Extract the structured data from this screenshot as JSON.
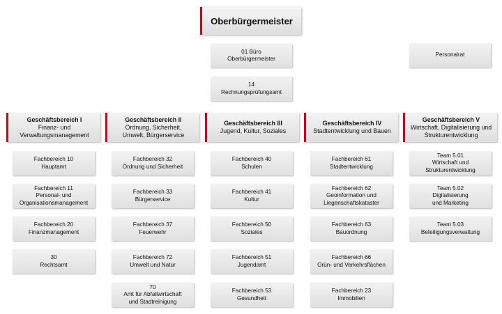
{
  "title": "Oberbürgermeister",
  "staff": {
    "buero": [
      "01 Büro",
      "Oberbürgermeister"
    ],
    "rechnung": [
      "14",
      "Rechnungsprüfungsamt"
    ],
    "personalrat": [
      "Personalrat"
    ]
  },
  "divisions": [
    {
      "title": "Geschäftsbereich I",
      "subtitle": [
        "Finanz- und",
        "Verwaltungsmanagement"
      ],
      "units": [
        [
          "Fachbereich 10",
          "Hauptamt"
        ],
        [
          "Fachbereich 11",
          "Personal- und",
          "Organisationsmanagement"
        ],
        [
          "Fachbereich 20",
          "Finanzmanagement"
        ],
        [
          "30",
          "Rechtsamt"
        ]
      ]
    },
    {
      "title": "Geschäftsbereich II",
      "subtitle": [
        "Ordnung, Sicherheit,",
        "Umwelt, Bürgerservice"
      ],
      "units": [
        [
          "Fachbereich 32",
          "Ordnung und Sicherheit"
        ],
        [
          "Fachbereich 33",
          "Bürgerservice"
        ],
        [
          "Fachbereich 37",
          "Feuerwehr"
        ],
        [
          "Fachbereich 72",
          "Umwelt und Natur"
        ],
        [
          "70",
          "Amt für Abfallwirtschaft",
          "und Stadtreinigung"
        ]
      ]
    },
    {
      "title": "Geschäftsbereich III",
      "subtitle": [
        "Jugend, Kultur, Soziales"
      ],
      "units": [
        [
          "Fachbereich 40",
          "Schulen"
        ],
        [
          "Fachbereich 41",
          "Kultur"
        ],
        [
          "Fachbereich 50",
          "Soziales"
        ],
        [
          "Fachbereich 51",
          "Jugendamt"
        ],
        [
          "Fachbereich 53",
          "Gesundheit"
        ]
      ]
    },
    {
      "title": "Geschäftsbereich IV",
      "subtitle": [
        "Stadtentwicklung und Bauen"
      ],
      "units": [
        [
          "Fachbereich 61",
          "Stadtentwicklung"
        ],
        [
          "Fachbereich 62",
          "Geoinformation und",
          "Liegenschaftskataster"
        ],
        [
          "Fachbereich 63",
          "Bauordnung"
        ],
        [
          "Fachbereich 66",
          "Grün- und Verkehrsflächen"
        ],
        [
          "Fachbereich 23",
          "Immobilien"
        ]
      ]
    },
    {
      "title": "Geschäftsbereich V",
      "subtitle": [
        "Wirtschaft, Digitalisierung und",
        "Strukturentwicklung"
      ],
      "units": [
        [
          "Team 5.01",
          "Wirtschaft und",
          "Strukturentwicklung"
        ],
        [
          "Team 5.02",
          "Digitalisierung",
          "und Marketing"
        ],
        [
          "Team 5.03",
          "Beteiligungsverwaltung"
        ]
      ]
    }
  ]
}
